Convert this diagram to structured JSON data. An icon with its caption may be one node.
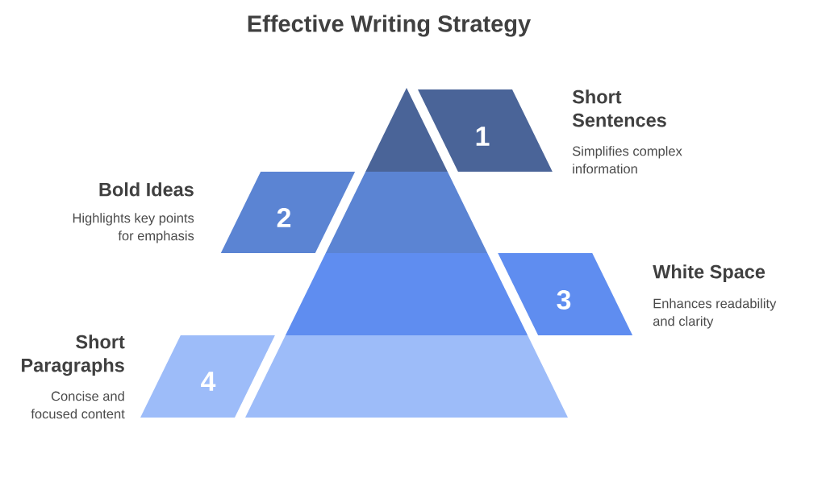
{
  "diagram": {
    "title": "Effective Writing Strategy",
    "nodes": [
      {
        "text": [
          "1"
        ],
        "beside": [
          "Short Sentences",
          "Simplifies complex information"
        ]
      },
      {
        "text": [
          "2"
        ],
        "beside": [
          "Bold Ideas",
          "Highlights key points for emphasis"
        ]
      },
      {
        "text": [
          "3"
        ],
        "beside": [
          "White Space",
          "Enhances readability and clarity"
        ]
      },
      {
        "text": [
          "4"
        ],
        "beside": [
          "Short Paragraphs",
          "Concise and focused content"
        ]
      },
      {
        "text": [],
        "shape": "triangle"
      },
      {
        "text": [],
        "shape": "trapezoid"
      },
      {
        "text": [],
        "shape": "trapezoid"
      },
      {
        "text": [],
        "shape": "trapezoid"
      }
    ]
  }
}
